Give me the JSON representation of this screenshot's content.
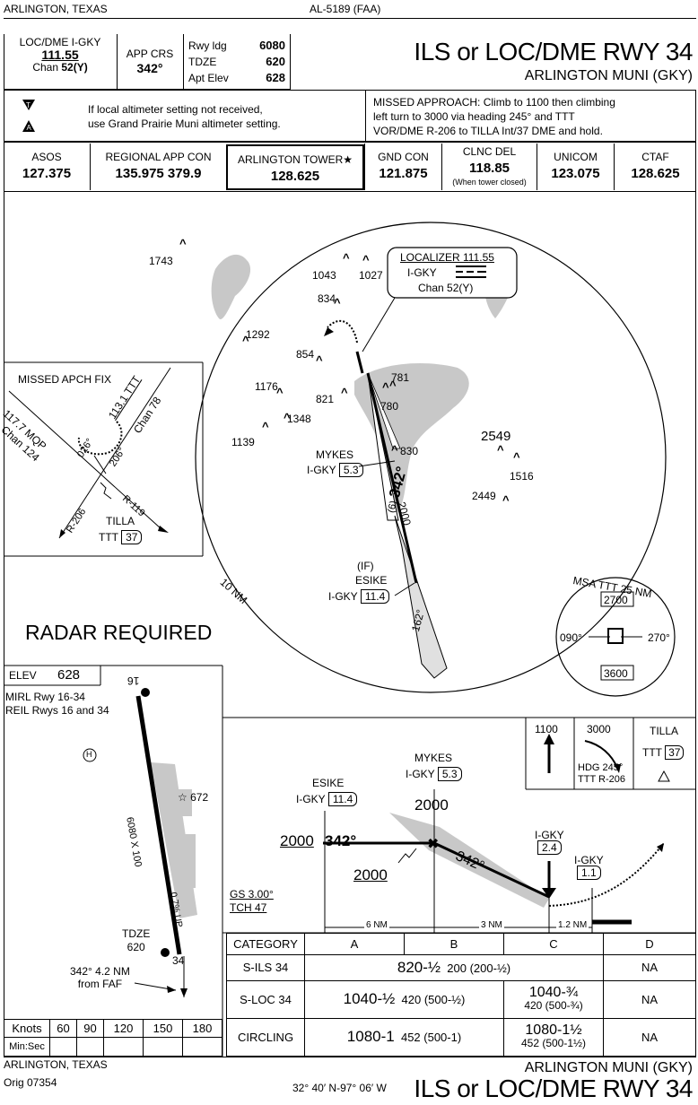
{
  "header": {
    "location": "ARLINGTON, TEXAS",
    "procedure_id": "AL-5189 (FAA)",
    "title": "ILS or LOC/DME RWY 34",
    "airport": "ARLINGTON MUNI (GKY)",
    "loc_label": "LOC/DME I-GKY",
    "loc_freq": "111.55",
    "chan_label": "Chan",
    "chan_value": "52(Y)",
    "app_crs_label": "APP CRS",
    "app_crs_value": "342°",
    "rwy_ldg_label": "Rwy ldg",
    "rwy_ldg_value": "6080",
    "tdze_label": "TDZE",
    "tdze_value": "620",
    "apt_elev_label": "Apt Elev",
    "apt_elev_value": "628"
  },
  "notes": {
    "altimeter_note_line1": "If local altimeter setting not received,",
    "altimeter_note_line2": "use Grand Prairie Muni altimeter setting.",
    "missed_approach_line1": "MISSED APPROACH: Climb to 1100 then climbing",
    "missed_approach_line2": "left turn to 3000 via heading 245° and TTT",
    "missed_approach_line3": "VOR/DME R-206 to TILLA Int/37 DME and hold."
  },
  "comms": [
    {
      "name": "ASOS",
      "freq": "127.375",
      "sub": ""
    },
    {
      "name": "REGIONAL APP CON",
      "freq": "135.975  379.9",
      "sub": ""
    },
    {
      "name": "ARLINGTON TOWER★",
      "freq": "128.625",
      "sub": ""
    },
    {
      "name": "GND CON",
      "freq": "121.875",
      "sub": ""
    },
    {
      "name": "CLNC DEL",
      "freq": "118.85",
      "sub": "(When tower closed)"
    },
    {
      "name": "UNICOM",
      "freq": "123.075",
      "sub": ""
    },
    {
      "name": "CTAF",
      "freq": "128.625",
      "sub": ""
    }
  ],
  "plan_view": {
    "radar_required": "RADAR REQUIRED",
    "missed_apch_fix_title": "MISSED APCH FIX",
    "mqp_radial": "117.7 MQP",
    "mqp_chan": "Chan 124",
    "ttt_radial": "113.1 TTT",
    "ttt_chan": "Chan 78",
    "hold_026": "026°",
    "hold_206": "206°",
    "r206": "R-206",
    "r119": "R-119",
    "tilla": "TILLA",
    "tilla_ttt": "TTT",
    "tilla_dme": "37",
    "localizer_title": "LOCALIZER 111.55",
    "localizer_ident": "I-GKY",
    "localizer_chan": "Chan  52(Y)",
    "mykes": "MYKES",
    "mykes_ident": "I-GKY",
    "mykes_dme": "5.3",
    "if_label": "(IF)",
    "esike": "ESIKE",
    "esike_ident": "I-GKY",
    "esike_dme": "11.4",
    "course_342": "342°",
    "course_162": "162°",
    "alt_2000": "2000",
    "dist_6": "(6)",
    "ring_10nm": "10 NM",
    "obstacles": [
      "1743",
      "1043",
      "1027",
      "834",
      "1292",
      "854",
      "781",
      "780",
      "1176",
      "821",
      "1348",
      "1139",
      "830",
      "2549",
      "1516",
      "2449"
    ]
  },
  "msa": {
    "title": "MSA TTT 25 NM",
    "north": "2700",
    "south": "3600",
    "left": "090°",
    "right": "270°"
  },
  "airport_diagram": {
    "elev_label": "ELEV",
    "elev_value": "628",
    "lighting_line1": "MIRL Rwy 16-34",
    "lighting_line2": "REIL Rwys 16 and 34",
    "rwy16": "16",
    "rwy34": "34",
    "rwy_dims": "6080 X 100",
    "grade": "0.7% UP",
    "obstacle_672": "672",
    "tdze_label": "TDZE",
    "tdze_value": "620",
    "faf_note_line1": "342° 4.2 NM",
    "faf_note_line2": "from FAF",
    "heli": "H"
  },
  "timing": {
    "knots_label": "Knots",
    "minsec_label": "Min:Sec",
    "speeds": [
      "60",
      "90",
      "120",
      "150",
      "180"
    ]
  },
  "profile": {
    "esike": "ESIKE",
    "esike_ident": "I-GKY",
    "esike_dme": "11.4",
    "mykes": "MYKES",
    "mykes_ident": "I-GKY",
    "mykes_dme": "5.3",
    "alt_2000_top": "2000",
    "alt_2000_left": "2000",
    "alt_2000_bottom": "2000",
    "course_left": "342°",
    "course_right": "342°",
    "igky_24_ident": "I-GKY",
    "igky_24_dme": "2.4",
    "igky_11_ident": "I-GKY",
    "igky_11_dme": "1.1",
    "gs": "GS 3.00°",
    "tch": "TCH 47",
    "dist_6nm": "6 NM",
    "dist_3nm": "3 NM",
    "dist_12nm": "1.2 NM"
  },
  "missed_icons": {
    "climb": "1100",
    "turn_alt": "3000",
    "hdg": "HDG 245°",
    "radial": "TTT R-206",
    "hold_fix": "TILLA",
    "hold_ttt": "TTT",
    "hold_dme": "37"
  },
  "minimums": {
    "category_label": "CATEGORY",
    "cats": [
      "A",
      "B",
      "C",
      "D"
    ],
    "rows": [
      {
        "name": "S-ILS 34",
        "ab": "820-½",
        "ab_sub": "200 (200-½)",
        "c": "",
        "c_sub": "",
        "d": "NA"
      },
      {
        "name": "S-LOC 34",
        "ab": "1040-½",
        "ab_sub": "420 (500-½)",
        "c": "1040-¾",
        "c_sub": "420 (500-¾)",
        "d": "NA"
      },
      {
        "name": "CIRCLING",
        "ab": "1080-1",
        "ab_sub": "452 (500-1)",
        "c": "1080-1½",
        "c_sub": "452 (500-1½)",
        "d": "NA"
      }
    ]
  },
  "footer": {
    "location": "ARLINGTON, TEXAS",
    "orig": "Orig 07354",
    "coords": "32° 40′ N-97° 06′ W",
    "airport": "ARLINGTON MUNI (GKY)",
    "title": "ILS or LOC/DME RWY 34"
  }
}
